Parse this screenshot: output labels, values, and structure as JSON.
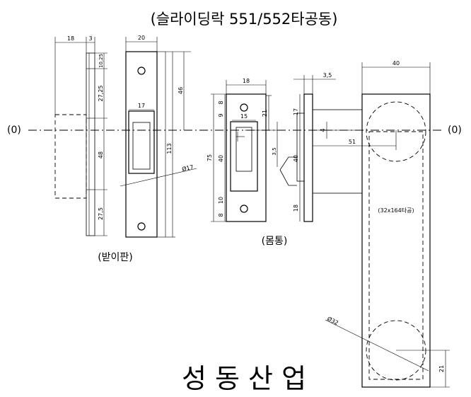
{
  "title": "(슬라이딩락 551/552타공동)",
  "center_label_left": "(0)",
  "center_label_right": "(0)",
  "strike_plate": {
    "caption": "(받이판)",
    "dims": {
      "w18": "18",
      "w3": "3",
      "w20": "20",
      "h10_25": "10,25",
      "h27_25": "27,25",
      "h48": "48",
      "h27_5": "27,5",
      "h46": "46",
      "h113": "113",
      "w17": "17",
      "dia17": "Ø17"
    }
  },
  "body": {
    "caption": "(몸통)",
    "dims": {
      "w18": "18",
      "w15": "15",
      "h21": "21",
      "h8a": "8",
      "h9": "9",
      "h75": "75",
      "h40": "40",
      "h10": "10",
      "h8b": "8",
      "h3_5": "3,5"
    }
  },
  "handle": {
    "cutout": "(32x164타공)",
    "dims": {
      "w40": "40",
      "w3_5": "3,5",
      "h17": "17",
      "h4": "4",
      "h40": "40",
      "h18": "18",
      "d51": "51",
      "dia32": "Ø32",
      "h21": "21"
    }
  },
  "company": "성 동 산 업"
}
